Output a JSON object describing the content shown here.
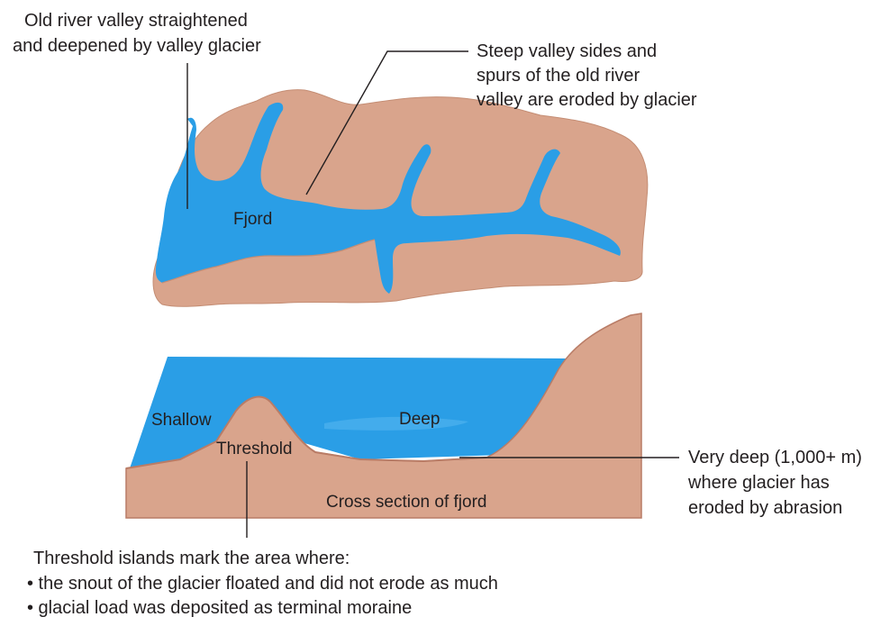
{
  "labels": {
    "top_left": [
      "Old river valley straightened",
      "and deepened by valley glacier"
    ],
    "top_right": [
      "Steep valley sides and",
      "spurs of the old river",
      "valley are eroded by glacier"
    ],
    "fjord": "Fjord",
    "shallow": "Shallow",
    "deep": "Deep",
    "threshold": "Threshold",
    "cross_section": "Cross section of fjord",
    "very_deep": [
      "Very deep (1,000+ m)",
      "where glacier has",
      "eroded by abrasion"
    ],
    "threshold_note": "Threshold islands mark the area where:",
    "bullets": [
      "• the snout of the glacier floated and did not erode as much",
      "• glacial load was deposited as terminal moraine"
    ]
  },
  "colors": {
    "land": "#d9a48c",
    "land_edge": "#b97c66",
    "water": "#2a9ee6",
    "water_light": "#57b8f0",
    "line": "#231f20"
  }
}
